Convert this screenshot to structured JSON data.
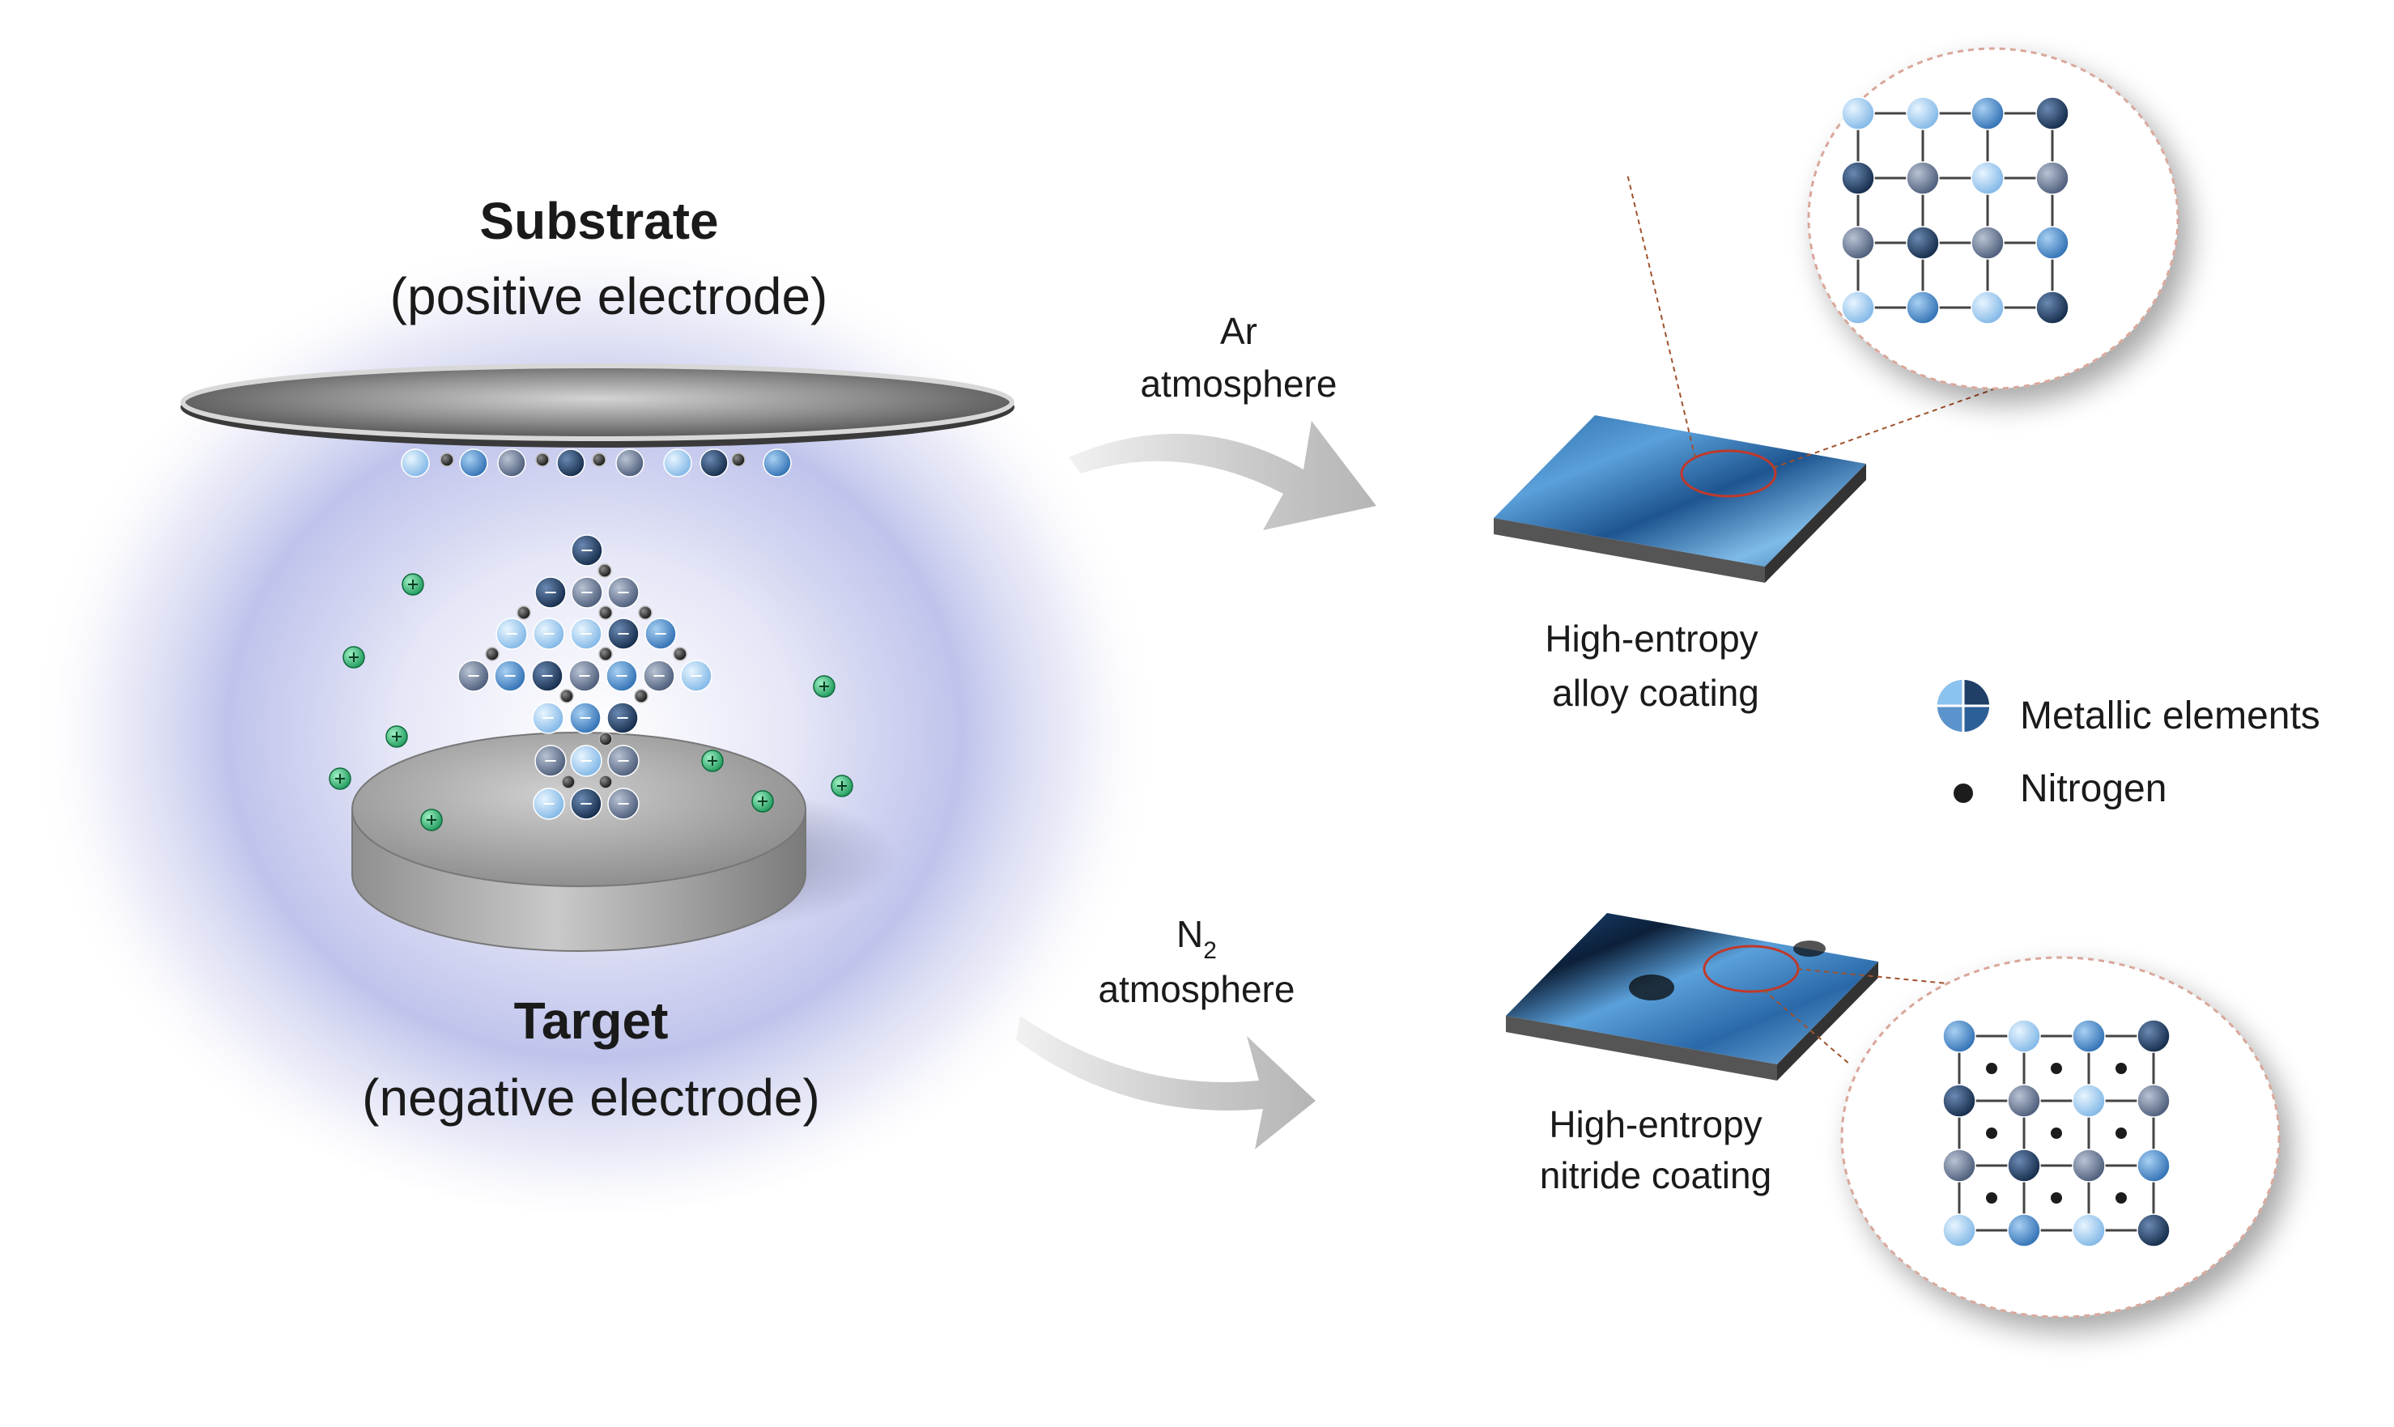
{
  "labels": {
    "substrate_title": "Substrate",
    "substrate_sub": "(positive electrode)",
    "target_title": "Target",
    "target_sub": "(negative electrode)",
    "ar_line1": "Ar",
    "ar_line2": "atmosphere",
    "n2_base": "N",
    "n2_sub": "2",
    "n2_line2": "atmosphere",
    "alloy_line1": "High-entropy",
    "alloy_line2": "alloy coating",
    "nitride_line1": "High-entropy",
    "nitride_line2": "nitride coating"
  },
  "legend": {
    "metallic": "Metallic elements",
    "nitrogen": "Nitrogen"
  },
  "colors": {
    "metal_light": "#a9d3f2",
    "metal_mid": "#5b93cc",
    "metal_steel": "#6f7f9c",
    "metal_dark": "#1f3f66",
    "nitrogen": "#1c1c1c",
    "cation": "#3dba7a",
    "plasma": "#9aa3e0",
    "metal_plate": "#8a8a8a",
    "zoom_border": "#d9a79a"
  }
}
